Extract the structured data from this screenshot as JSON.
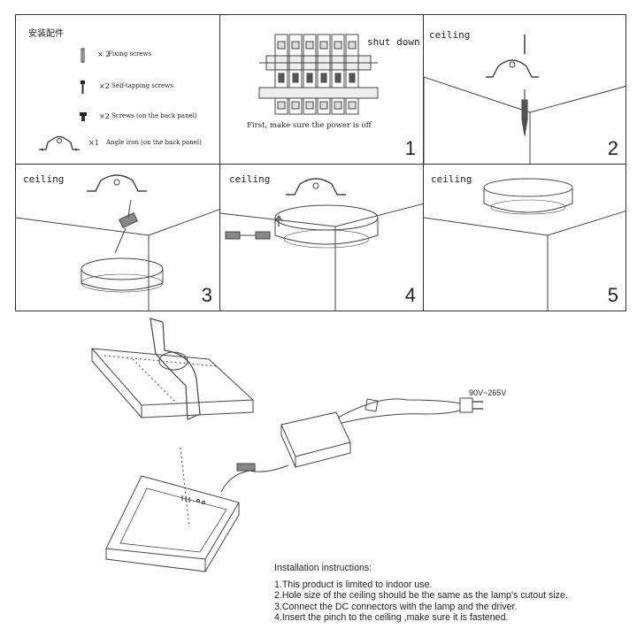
{
  "parts": {
    "title": "安装配件",
    "items": [
      {
        "qty": "× 2",
        "desc": "Fixing screws",
        "icon": "fixing-screw-icon"
      },
      {
        "qty": "×2",
        "desc": "Self-tapping screws",
        "icon": "self-tapping-screw-icon"
      },
      {
        "qty": "×2",
        "desc": "Screws (on the back panel)",
        "icon": "screw-icon"
      },
      {
        "qty": "×1",
        "desc": "Angle iron (on the back panel)",
        "icon": "angle-iron-icon"
      }
    ]
  },
  "steps": [
    {
      "number": "1",
      "label": "shut down",
      "caption": "First, make sure the power is off"
    },
    {
      "number": "2",
      "label": "ceiling"
    },
    {
      "number": "3",
      "label": "ceiling"
    },
    {
      "number": "4",
      "label": "ceiling"
    },
    {
      "number": "5",
      "label": "ceiling"
    }
  ],
  "voltage": "90V~265V",
  "instructions": {
    "title": "Installation instructions:",
    "items": [
      "1.This product is limited to indoor use.",
      "2.Hole size of the ceiling should be the same as the lamp's cutout size.",
      "3.Connect the DC connectors with the lamp and the driver.",
      "4.Insert the pinch to the ceiling ,make sure it is fastened."
    ]
  }
}
